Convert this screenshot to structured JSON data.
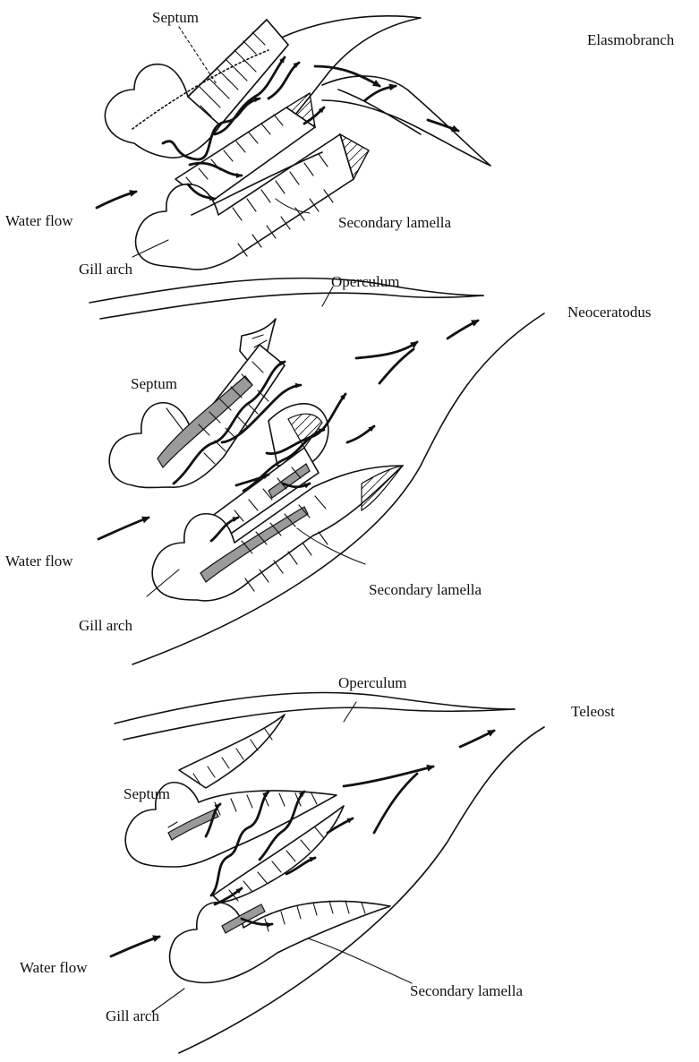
{
  "panels": [
    {
      "id": "elasmobranch",
      "title": "Elasmobranch",
      "labels": {
        "septum": "Septum",
        "water_flow": "Water flow",
        "secondary_lamella": "Secondary lamella",
        "gill_arch": "Gill arch"
      }
    },
    {
      "id": "neoceratodus",
      "title": "Neoceratodus",
      "labels": {
        "operculum": "Operculum",
        "septum": "Septum",
        "water_flow": "Water flow",
        "secondary_lamella": "Secondary lamella",
        "gill_arch": "Gill arch"
      }
    },
    {
      "id": "teleost",
      "title": "Teleost",
      "labels": {
        "operculum": "Operculum",
        "septum": "Septum",
        "water_flow": "Water flow",
        "secondary_lamella": "Secondary lamella",
        "gill_arch": "Gill arch"
      }
    }
  ],
  "colors": {
    "ink": "#111111",
    "background": "#ffffff",
    "septum_stipple": "#9a9a9a"
  }
}
